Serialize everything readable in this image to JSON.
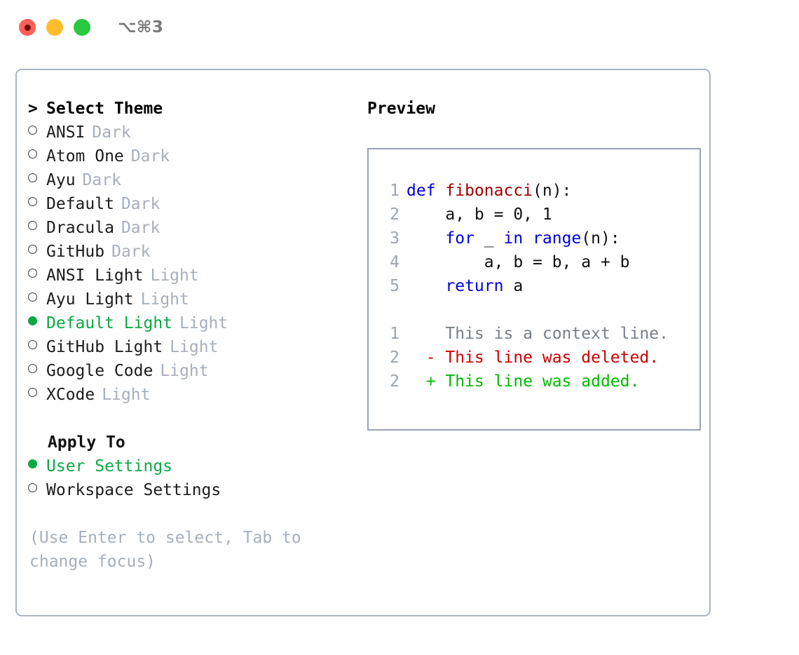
{
  "titlebar": {
    "dots": [
      "close-dot",
      "minimize-dot",
      "maximize-dot"
    ],
    "shortcut": "⌥⌘3"
  },
  "theme_picker": {
    "header": {
      "prompt": ">",
      "title": "Select Theme"
    },
    "items": [
      {
        "marker": "○",
        "selected": false,
        "label": "ANSI",
        "variant": "Dark"
      },
      {
        "marker": "○",
        "selected": false,
        "label": "Atom One",
        "variant": "Dark"
      },
      {
        "marker": "○",
        "selected": false,
        "label": "Ayu",
        "variant": "Dark"
      },
      {
        "marker": "○",
        "selected": false,
        "label": "Default",
        "variant": "Dark"
      },
      {
        "marker": "○",
        "selected": false,
        "label": "Dracula",
        "variant": "Dark"
      },
      {
        "marker": "○",
        "selected": false,
        "label": "GitHub",
        "variant": "Dark"
      },
      {
        "marker": "○",
        "selected": false,
        "label": "ANSI Light",
        "variant": "Light"
      },
      {
        "marker": "○",
        "selected": false,
        "label": "Ayu Light",
        "variant": "Light"
      },
      {
        "marker": "●",
        "selected": true,
        "label": "Default Light",
        "variant": "Light"
      },
      {
        "marker": "○",
        "selected": false,
        "label": "GitHub Light",
        "variant": "Light"
      },
      {
        "marker": "○",
        "selected": false,
        "label": "Google Code",
        "variant": "Light"
      },
      {
        "marker": "○",
        "selected": false,
        "label": "XCode",
        "variant": "Light"
      }
    ]
  },
  "apply_to": {
    "title": "Apply To",
    "items": [
      {
        "marker": "●",
        "selected": true,
        "label": "User Settings"
      },
      {
        "marker": "○",
        "selected": false,
        "label": "Workspace Settings"
      }
    ]
  },
  "hint": "(Use Enter to select, Tab to change focus)",
  "preview": {
    "title": "Preview",
    "code_lines": [
      {
        "num": "1",
        "tokens": [
          {
            "t": "def ",
            "c": "kw"
          },
          {
            "t": "fibonacci",
            "c": "fn"
          },
          {
            "t": "(n):",
            "c": "pl"
          }
        ]
      },
      {
        "num": "2",
        "tokens": [
          {
            "t": "    a, b = 0, 1",
            "c": "pl"
          }
        ]
      },
      {
        "num": "3",
        "tokens": [
          {
            "t": "    ",
            "c": "pl"
          },
          {
            "t": "for",
            "c": "kw"
          },
          {
            "t": " _ ",
            "c": "pl"
          },
          {
            "t": "in range",
            "c": "kw"
          },
          {
            "t": "(n):",
            "c": "pl"
          }
        ]
      },
      {
        "num": "4",
        "tokens": [
          {
            "t": "        a, b = b, a + b",
            "c": "pl"
          }
        ]
      },
      {
        "num": "5",
        "tokens": [
          {
            "t": "    ",
            "c": "pl"
          },
          {
            "t": "return",
            "c": "kw"
          },
          {
            "t": " a",
            "c": "pl"
          }
        ]
      }
    ],
    "diff_lines": [
      {
        "num": "1",
        "sign": " ",
        "text": "This is a context line.",
        "kind": "diff-ctx"
      },
      {
        "num": "2",
        "sign": "-",
        "text": "This line was deleted.",
        "kind": "diff-del"
      },
      {
        "num": "2",
        "sign": "+",
        "text": "This line was added.",
        "kind": "diff-add"
      }
    ]
  },
  "colors": {
    "accent_green": "#0ca844",
    "muted": "#a6afbd",
    "keyword_blue": "#0000dd",
    "function_red": "#a00000",
    "diff_deleted": "#cc0000",
    "diff_added": "#00bb00",
    "border": "#aab4c2"
  }
}
